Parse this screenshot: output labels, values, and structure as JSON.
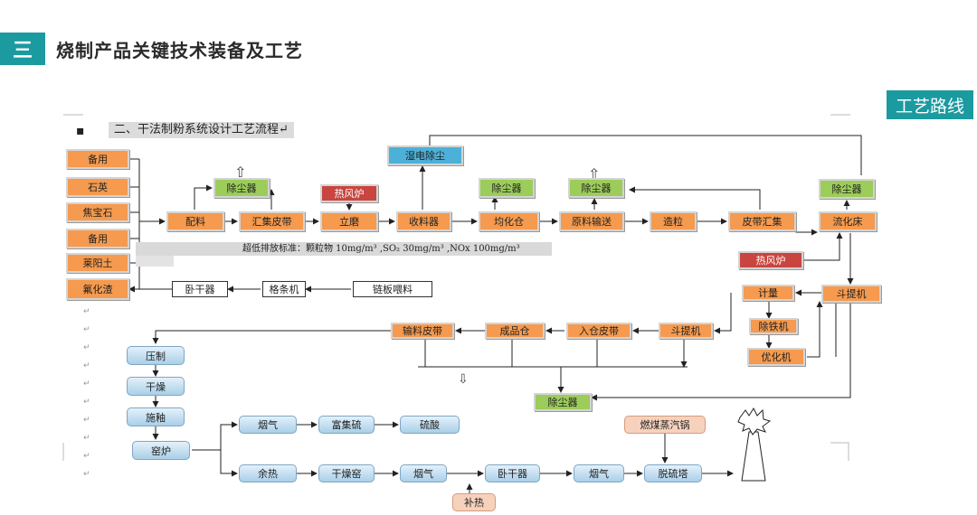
{
  "header": {
    "section_num": "三",
    "title": "烧制产品关键技术装备及工艺"
  },
  "tag": "工艺路线",
  "doc": {
    "bullet": "▪",
    "heading": "二、干法制粉系统设计工艺流程↵"
  },
  "emission": "超低排放标准：颗粒物 10mg/m³ ,SO₂ 30mg/m³ ,NOx 100mg/m³",
  "colors": {
    "teal": "#1b9aa0",
    "orange": "#f59a4e",
    "green": "#9ccc5a",
    "red": "#c9453f",
    "blue": "#4cb0d8"
  },
  "nodes": {
    "beiyong1": "备用",
    "shiying": "石英",
    "jiaobaoshi": "焦宝石",
    "beiyong2": "备用",
    "laiyangtu": "莱阳土",
    "fuhuazha": "氟化渣",
    "peiliao": "配料",
    "huiji": "汇集皮带",
    "chuchen1": "除尘器",
    "refeng1": "热风炉",
    "limo": "立磨",
    "shidian": "湿电除尘",
    "shouliao": "收料器",
    "junhuacang": "均化仓",
    "chuchen2": "除尘器",
    "yuanliao": "原料输送",
    "chuchen3": "除尘器",
    "zaoli": "造粒",
    "pidaihuiji": "皮带汇集",
    "chuchen4": "除尘器",
    "liuhuachuang": "流化床",
    "refeng2": "热风炉",
    "woganqi": "卧干器",
    "shaitiaoji": "格条机",
    "liaobanwei": "链板喂料",
    "doutiji1": "斗提机",
    "jiliang": "计量",
    "chutieji": "除铁机",
    "youhuaji": "优化机",
    "shuliao": "输料皮带",
    "chengpin": "成品仓",
    "rucang": "入仓皮带",
    "doutiji2": "斗提机",
    "chuchen5": "除尘器",
    "yazhi": "压制",
    "ganzao": "干燥",
    "shiyou": "施釉",
    "yaolu": "窑炉",
    "yanqi1": "烟气",
    "fujiliu": "富集硫",
    "liusuan": "硫酸",
    "yure": "余热",
    "ganzaoyao": "干燥窑",
    "yanqi2": "烟气",
    "woganqi2": "卧干器",
    "yanqi3": "烟气",
    "tuoliuta": "脱硫塔",
    "ranmei": "燃煤蒸汽锅",
    "bure": "补热"
  },
  "arrows": {
    "up": "⇧",
    "down": "⇩"
  },
  "margin_marks": "↵"
}
